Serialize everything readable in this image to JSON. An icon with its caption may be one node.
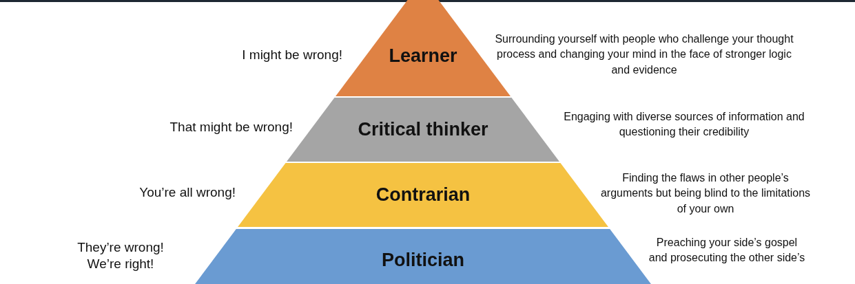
{
  "diagram": {
    "nodes": [
      {
        "text": [
          "Learner"
        ],
        "beside": [
          "I might be wrong!",
          "Surrounding yourself with people who challenge your thought process and changing your mind in the face of stronger logic and evidence"
        ]
      },
      {
        "text": [
          "Critical thinker"
        ],
        "beside": [
          "That might be wrong!",
          "Engaging with diverse sources of information and questioning their credibility"
        ]
      },
      {
        "text": [
          "Contrarian"
        ],
        "beside": [
          "You’re all wrong!",
          "Finding the flaws in other people’s arguments but being blind to the limitations of your own"
        ]
      },
      {
        "text": [
          "Politician"
        ],
        "beside": [
          "They’re wrong! We’re right!",
          "Preaching your side’s gospel and prosecuting the other side’s"
        ]
      }
    ]
  }
}
